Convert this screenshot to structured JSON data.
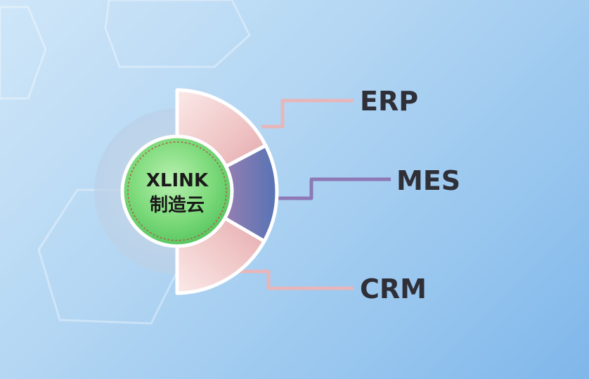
{
  "hub": {
    "title": "XLINK",
    "subtitle": "制造云"
  },
  "systems": [
    {
      "label": "ERP"
    },
    {
      "label": "MES"
    },
    {
      "label": "CRM"
    }
  ],
  "colors": {
    "pink_segment": "#efbcbc",
    "blue_segment": "#5f6fb3",
    "purple_segment": "#9a7aab",
    "hub_green": "#72d576",
    "erp_line": "#e4b4b8",
    "mes_line": "#8c78b4",
    "crm_line": "#e4b4b8",
    "label_text": "#2f2f38"
  }
}
